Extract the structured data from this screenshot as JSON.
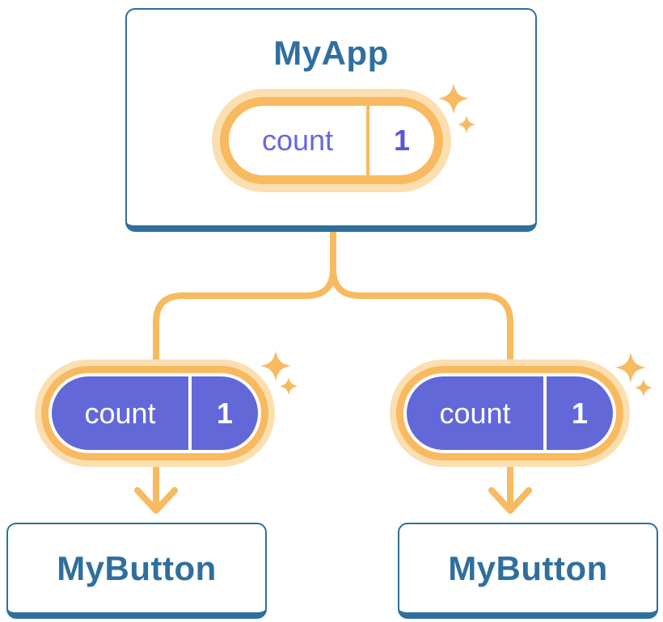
{
  "diagram": {
    "type": "component-state-tree",
    "root": {
      "title": "MyApp",
      "state": {
        "name": "count",
        "value": "1"
      }
    },
    "children": [
      {
        "title": "MyButton",
        "state": {
          "name": "count",
          "value": "1"
        }
      },
      {
        "title": "MyButton",
        "state": {
          "name": "count",
          "value": "1"
        }
      }
    ],
    "icons": [
      "sparkle-icon-root-large",
      "sparkle-icon-root-small",
      "sparkle-icon-left-large",
      "sparkle-icon-left-small",
      "sparkle-icon-right-large",
      "sparkle-icon-right-small"
    ]
  },
  "colors": {
    "card_border": "#2e6f9e",
    "heading_text": "#2f6f9e",
    "accent_orange": "#f8ba60",
    "pill_halo": "#fcdfb0",
    "state_purple": "#6268d8",
    "state_name_text": "#6a66e0",
    "state_value_text": "#5b55d6",
    "card_background": "#ffffff"
  }
}
